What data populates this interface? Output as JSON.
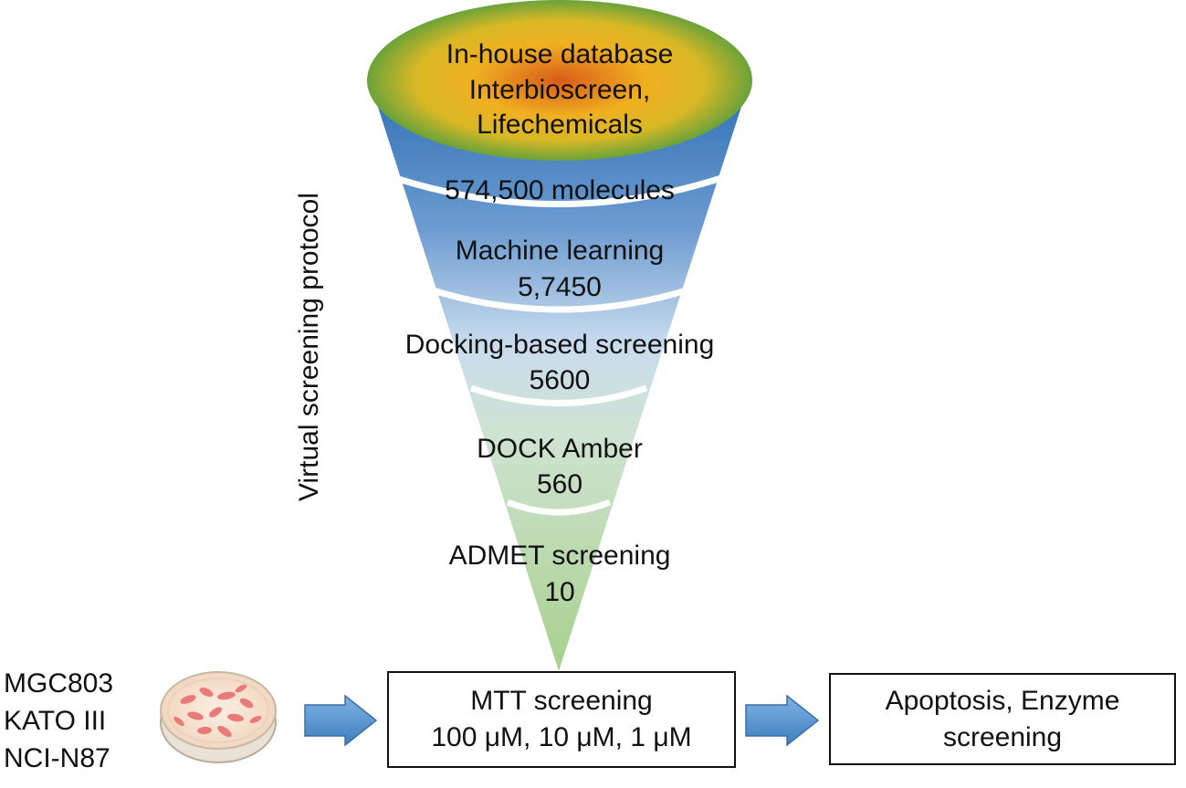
{
  "protocol_label": "Virtual screening protocol",
  "funnel": {
    "stages": [
      {
        "line1": "In-house database",
        "line2": "Interbioscreen,",
        "line3": "Lifechemicals"
      },
      {
        "line1": "574,500 molecules"
      },
      {
        "line1": "Machine learning",
        "line2": "5,7450"
      },
      {
        "line1": "Docking-based screening",
        "line2": "5600"
      },
      {
        "line1": "DOCK Amber",
        "line2": "560"
      },
      {
        "line1": "ADMET screening",
        "line2": "10"
      }
    ]
  },
  "cell_lines": [
    "MGC803",
    "KATO III",
    "NCI-N87"
  ],
  "mtt_box": {
    "line1": "MTT screening",
    "line2": "100 μM, 10 μM, 1 μM"
  },
  "next_box": {
    "line1": "Apoptosis, Enzyme",
    "line2": "screening"
  },
  "colors": {
    "funnel_top": "#2e6fb4",
    "funnel_bottom": "#a8d08d",
    "database_center": "#d95b1a",
    "database_edge": "#6aa33a",
    "arrow": "#5b9bd5"
  }
}
